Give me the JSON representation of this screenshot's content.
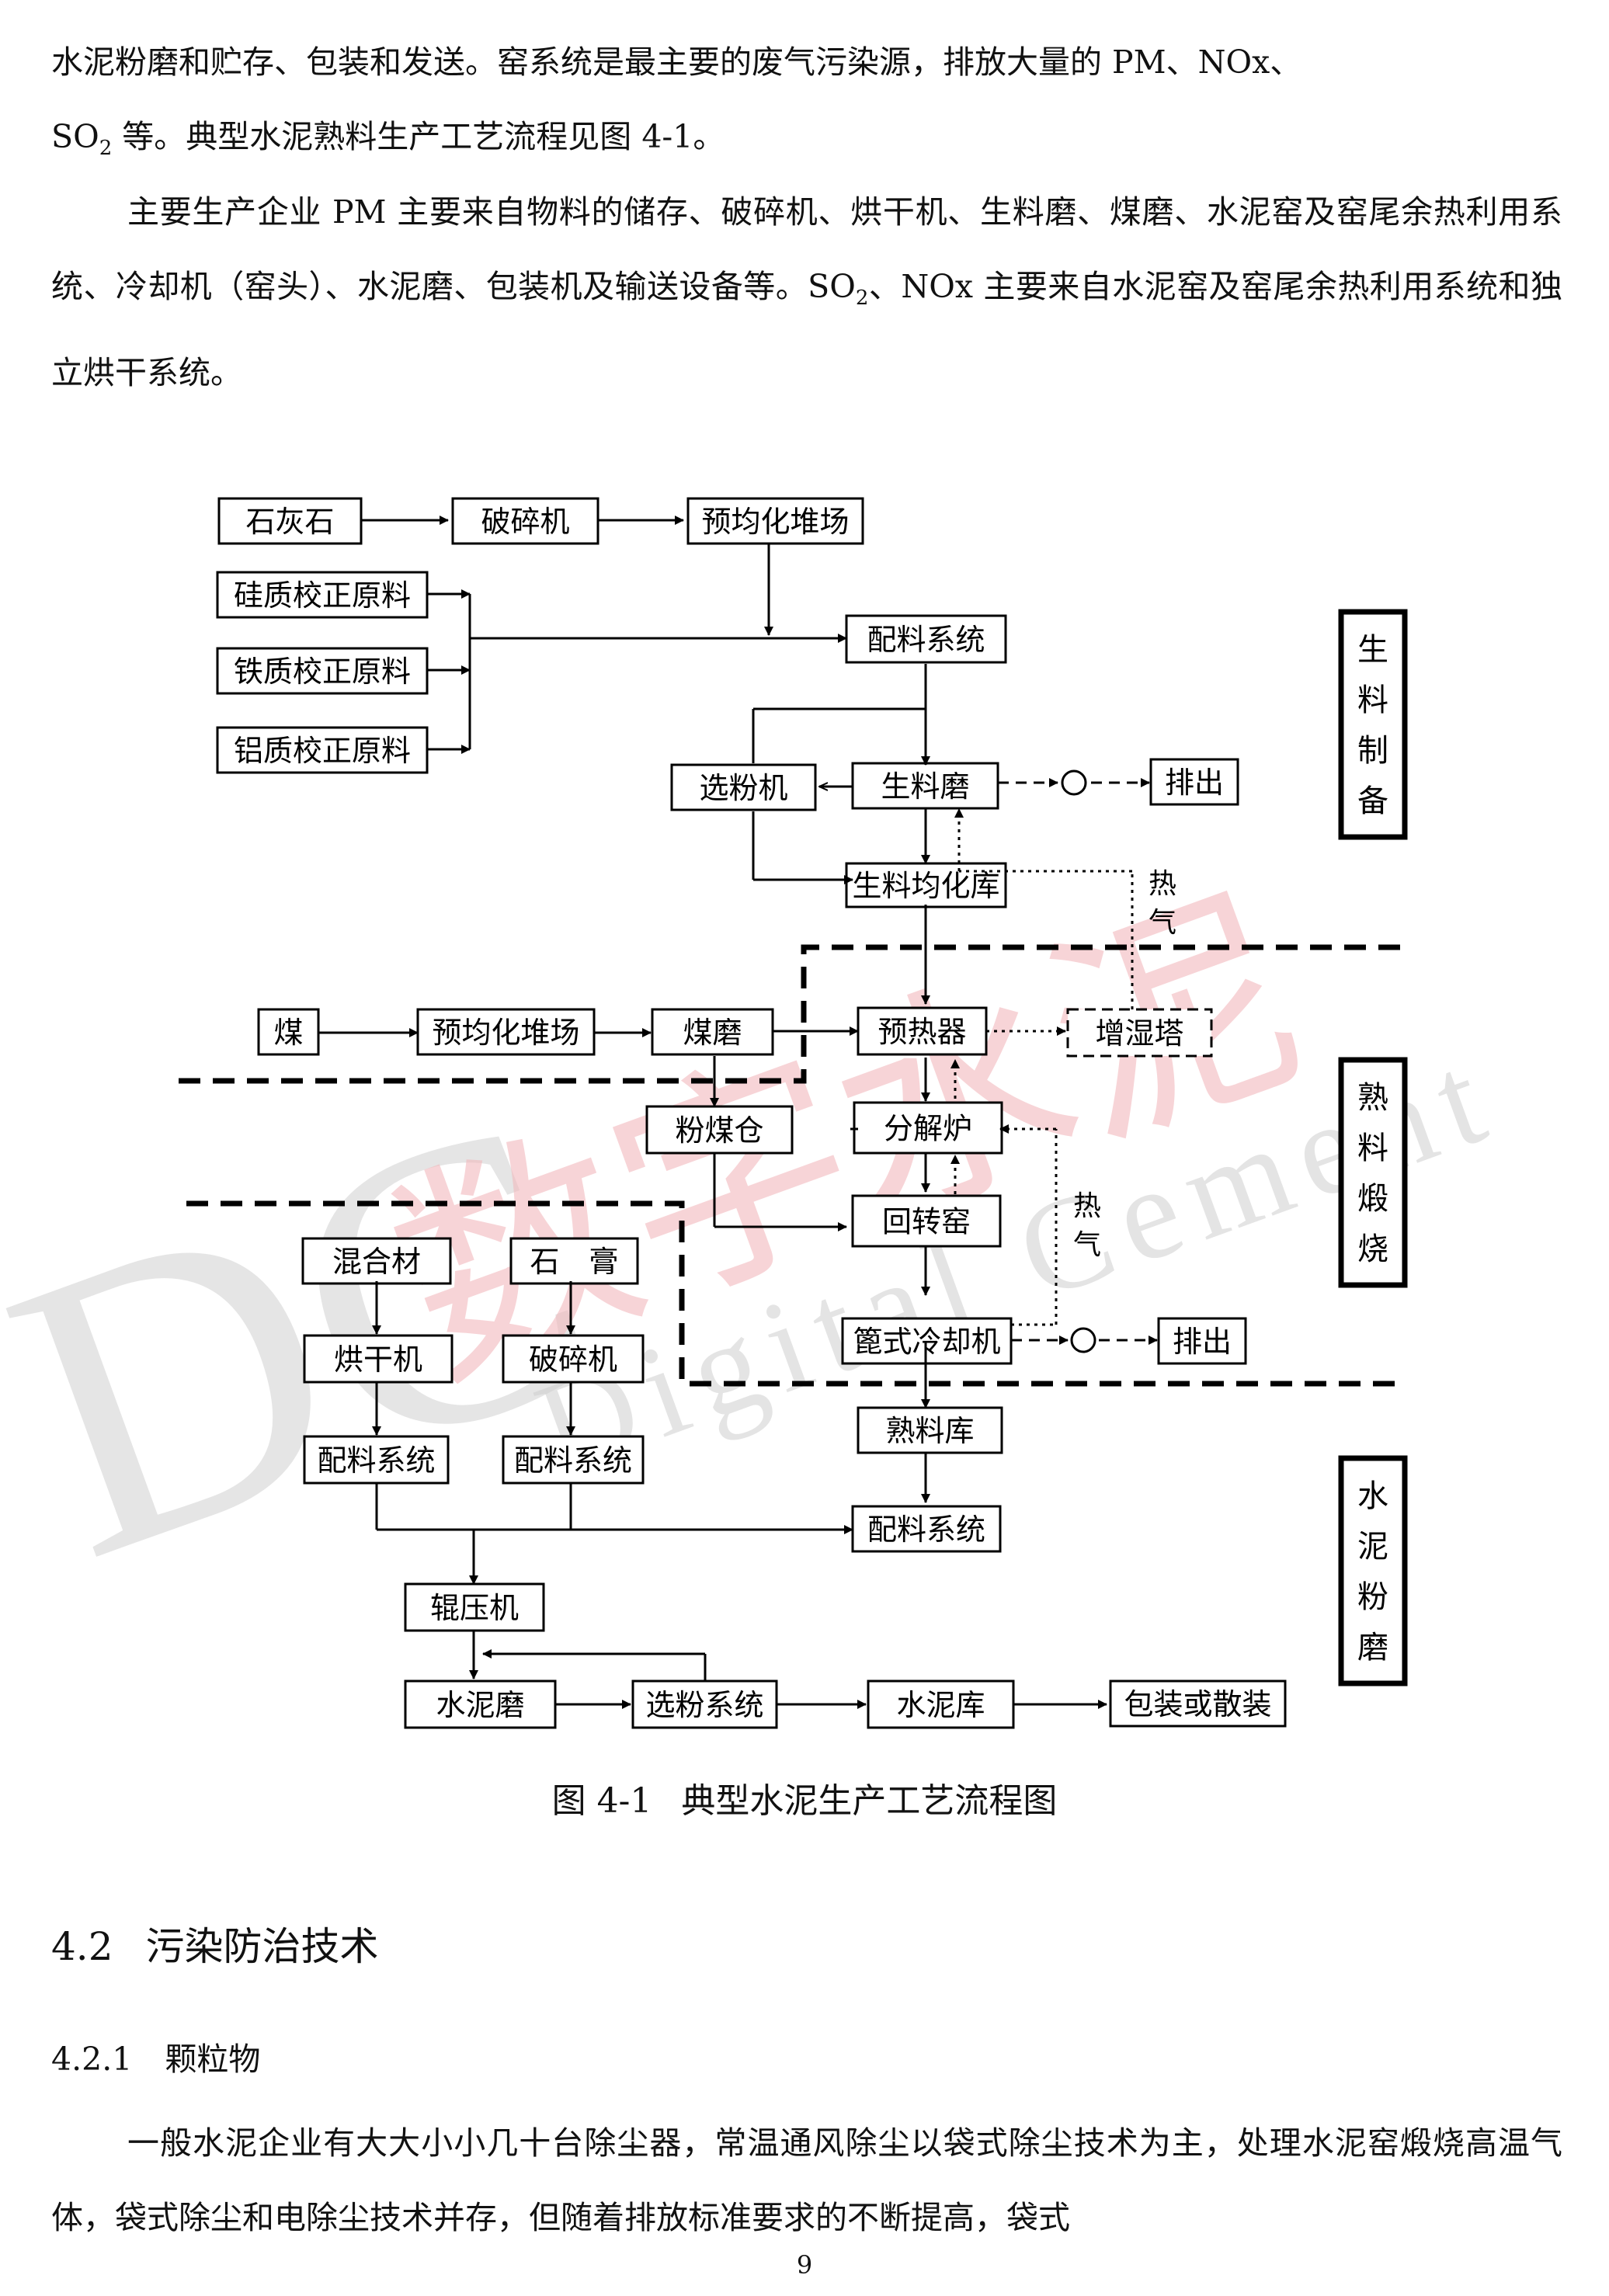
{
  "text": {
    "p1_a": "水泥粉磨和贮存、包装和发送。窑系统是最主要的废气污染源，排放大量的 PM、NOx、",
    "p1_b": "SO",
    "p1_b_sub": "2",
    "p1_c": " 等。典型水泥熟料生产工艺流程见图 4-1。",
    "p2_a": "主要生产企业 PM 主要来自物料的储存、破碎机、烘干机、生料磨、煤磨、水泥窑及窑尾余热利用系统、冷却机（窑头）、水泥磨、包装机及输送设备等。SO",
    "p2_sub": "2",
    "p2_b": "、NOx 主要来自水泥窑及窑尾余热利用系统和独立烘干系统。",
    "p3": "一般水泥企业有大大小小几十台除尘器，常温通风除尘以袋式除尘技术为主，处理水泥窑煅烧高温气体，袋式除尘和电除尘技术并存，但随着排放标准要求的不断提高，袋式"
  },
  "caption": {
    "num": "图 4-1",
    "title": "典型水泥生产工艺流程图"
  },
  "section": {
    "num": "4.2",
    "title": "污染防治技术"
  },
  "subsection": {
    "num": "4.2.1",
    "title": "颗粒物"
  },
  "page_number": "9",
  "watermark": {
    "chars": "数字水泥",
    "logo": "DC",
    "en": "Digital Cement"
  },
  "diagram": {
    "boxes": {
      "limestone": "石灰石",
      "crusher1": "破碎机",
      "prehomog1": "预均化堆场",
      "silica": "硅质校正原料",
      "iron": "铁质校正原料",
      "alumina": "铝质校正原料",
      "batching1": "配料系统",
      "separator1": "选粉机",
      "rawmill": "生料磨",
      "exhaust1": "排出",
      "homosilo": "生料均化库",
      "coal": "煤",
      "prehomog2": "预均化堆场",
      "coalmill": "煤磨",
      "preheater": "预热器",
      "humid": "增湿塔",
      "coalbin": "粉煤仓",
      "calciner": "分解炉",
      "kiln": "回转窑",
      "mixture": "混合材",
      "gypsum": "石　膏",
      "cooler": "篦式冷却机",
      "exhaust2": "排出",
      "dryer": "烘干机",
      "crusher2": "破碎机",
      "batching2": "配料系统",
      "batching3": "配料系统",
      "clinker": "熟料库",
      "batching4": "配料系统",
      "roller": "辊压机",
      "cementmill": "水泥磨",
      "separator2": "选粉系统",
      "cementsilo": "水泥库",
      "pack": "包装或散装"
    },
    "hot_gas_1": [
      "热",
      "气"
    ],
    "hot_gas_2": [
      "热",
      "气"
    ],
    "stages": {
      "raw": [
        "生",
        "料",
        "制",
        "备"
      ],
      "clinker": [
        "熟",
        "料",
        "煅",
        "烧"
      ],
      "grind": [
        "水",
        "泥",
        "粉",
        "磨"
      ]
    }
  }
}
